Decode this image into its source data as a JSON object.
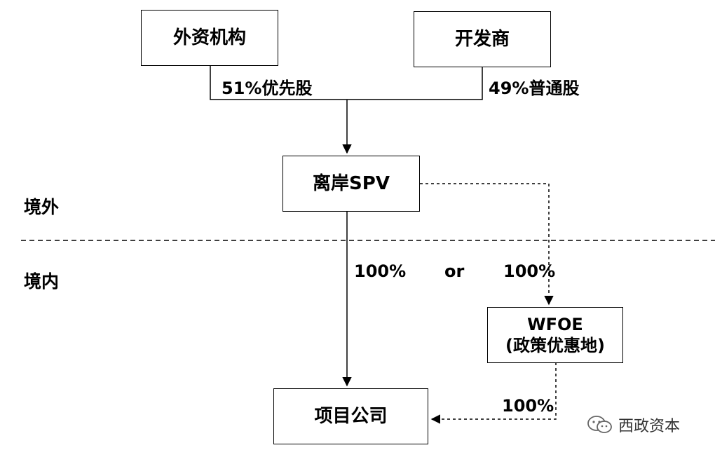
{
  "nodes": {
    "foreign_inst": "外资机构",
    "developer": "开发商",
    "offshore_spv": "离岸SPV",
    "wfoe_line1": "WFOE",
    "wfoe_line2": "(政策优惠地)",
    "project_co": "项目公司"
  },
  "edges": {
    "foreign_share": "51%优先股",
    "developer_share": "49%普通股",
    "spv_to_project": "100%",
    "or_text": "or",
    "spv_to_wfoe": "100%",
    "wfoe_to_project": "100%"
  },
  "regions": {
    "offshore": "境外",
    "onshore": "境内"
  },
  "watermark": {
    "text": "西政资本",
    "icon": "wechat-icon"
  }
}
